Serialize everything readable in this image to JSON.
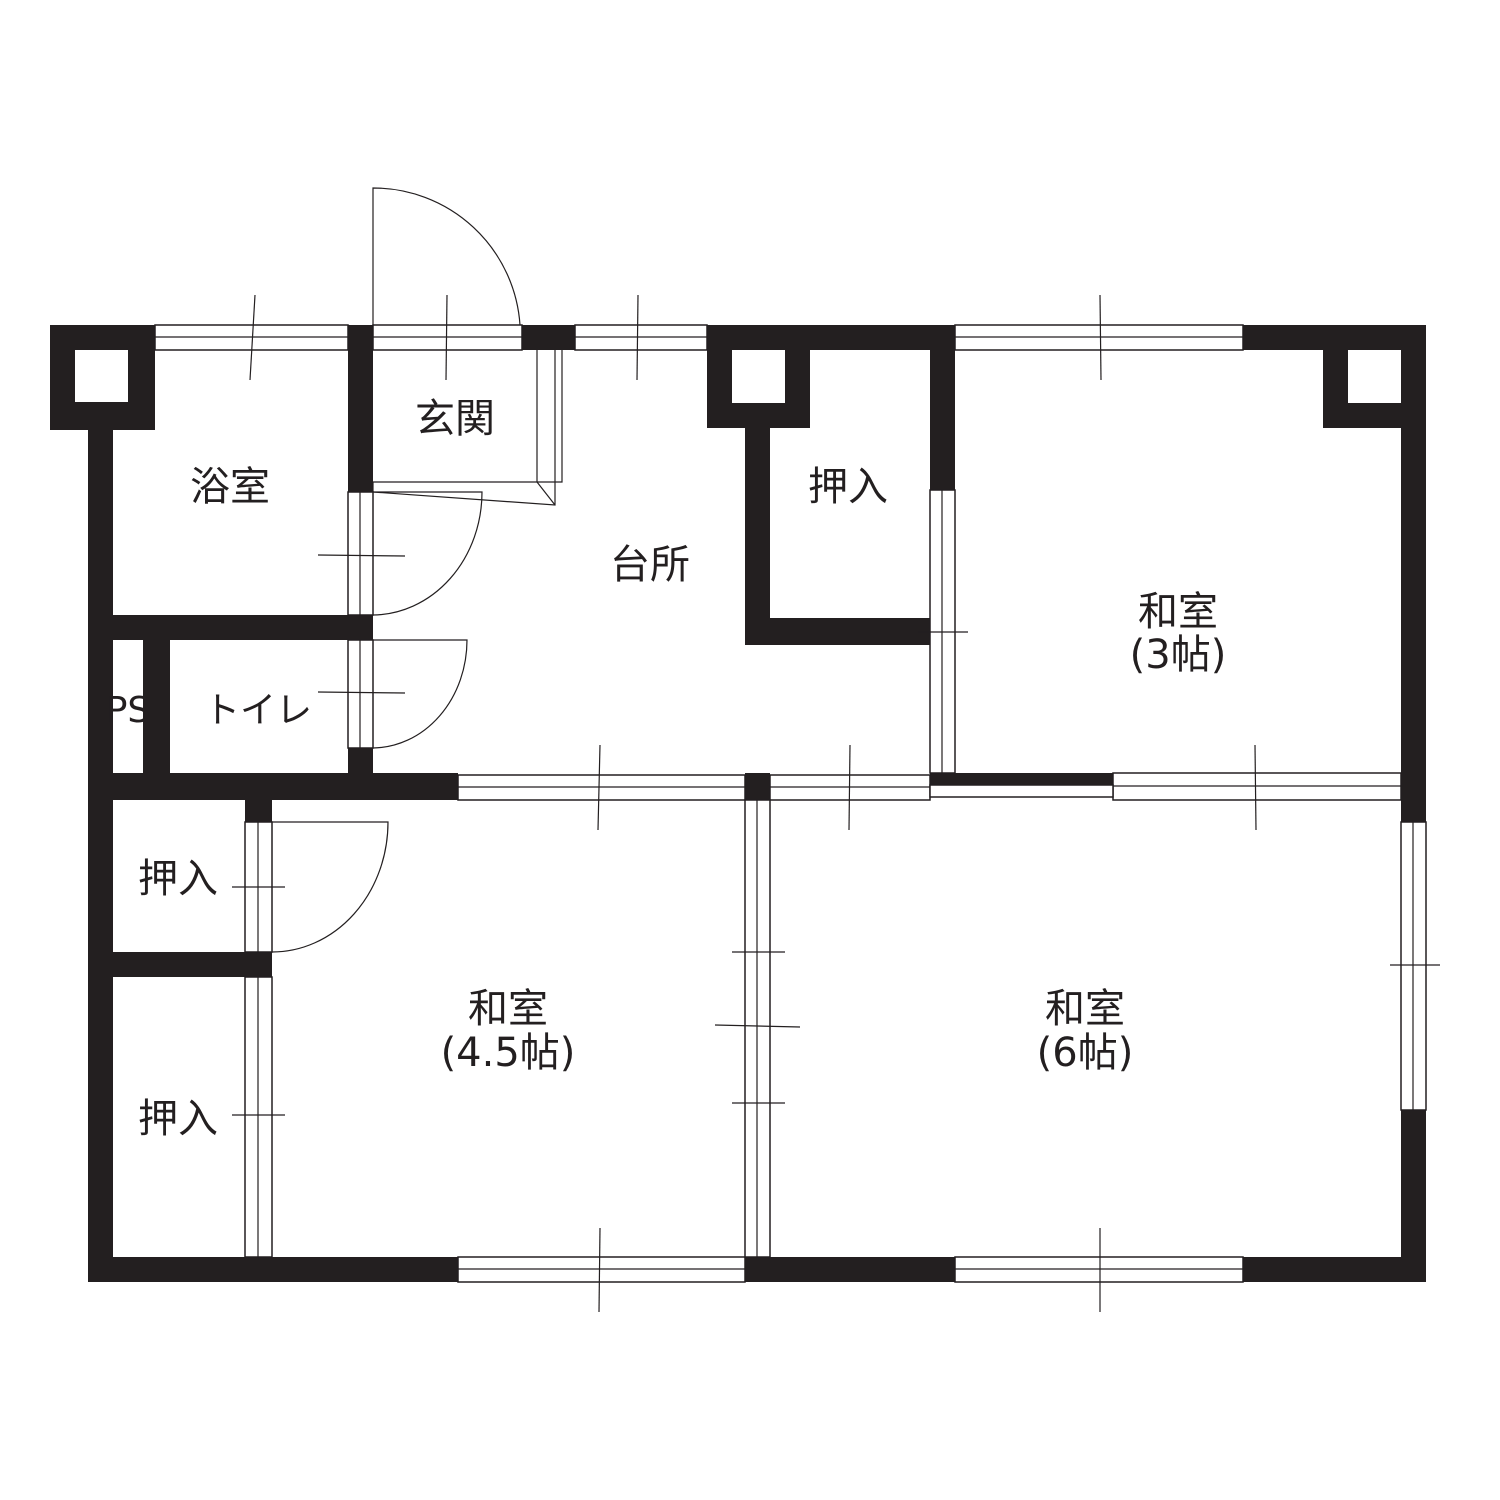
{
  "floor_plan": {
    "colors": {
      "wall": "#231f20",
      "background": "#ffffff"
    },
    "rooms": {
      "bath": "浴室",
      "entrance": "玄関",
      "kitchen": "台所",
      "closet_top": "押入",
      "washitsu_3": {
        "name": "和室",
        "size": "(3帖)"
      },
      "ps": "PS",
      "toilet": "トイレ",
      "closet_left_upper": "押入",
      "closet_left_lower": "押入",
      "washitsu_45": {
        "name": "和室",
        "size": "(4.5帖)"
      },
      "washitsu_6": {
        "name": "和室",
        "size": "(6帖)"
      }
    }
  }
}
